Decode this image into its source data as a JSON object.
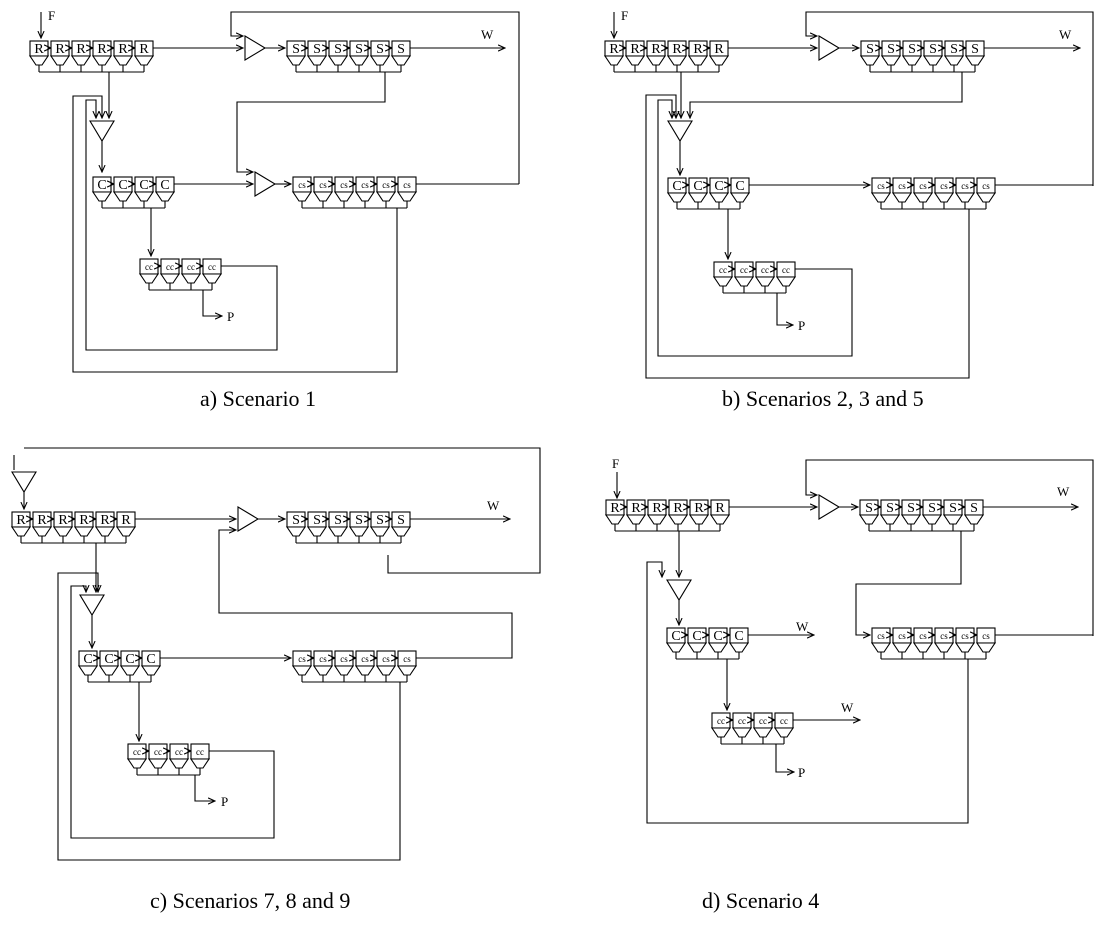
{
  "labels": {
    "feed": "F",
    "waste": "W",
    "product": "P",
    "rougher": "R",
    "scavenger": "S",
    "cleaner": "C",
    "cleaner_scavenger": "cs",
    "recleaner": "cc"
  },
  "panels": [
    {
      "id": "a",
      "caption": "a)  Scenario 1"
    },
    {
      "id": "b",
      "caption": "b)  Scenarios 2, 3 and 5"
    },
    {
      "id": "c",
      "caption": "c)  Scenarios 7, 8 and 9"
    },
    {
      "id": "d",
      "caption": "d)  Scenario 4"
    }
  ]
}
